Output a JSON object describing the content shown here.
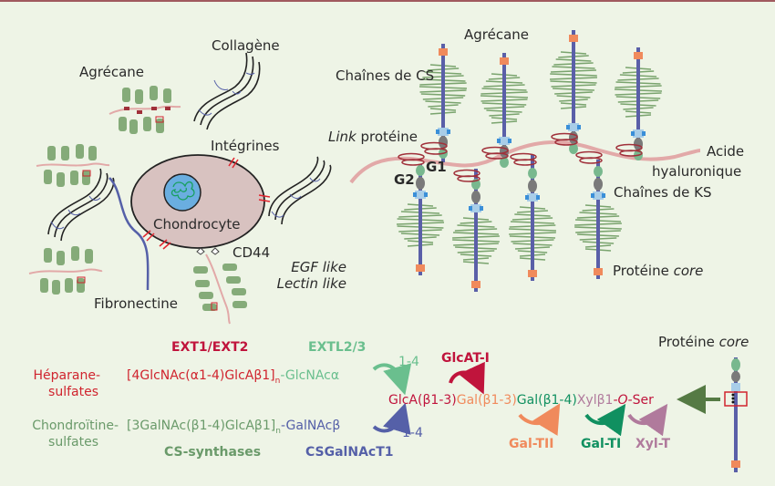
{
  "colors": {
    "background": "#eef4e6",
    "top_border": "#a05a5e",
    "hyaluronic": "#e2a9a8",
    "core_protein": "#5a5fa8",
    "cs_chain": "#7aa46e",
    "link_protein": "#a0303a",
    "g1_domain": "#78b88e",
    "g2_domain": "#7a7a7a",
    "ks_domain": "#3a8fd8",
    "c_term": "#f08a5c",
    "heparane": "#d0242e",
    "chondroitine": "#6a9a6a",
    "extl": "#6abf8e",
    "csgalnact": "#5560a8",
    "glcat": "#c0143c",
    "gal_tii": "#f08a5c",
    "gal_ti": "#109060",
    "xyl_t": "#b07a9c",
    "ser_arrow": "#557a44",
    "cell": "#d8c2c0",
    "nucleus": "#6aaee0"
  },
  "left_panel": {
    "labels": {
      "collagene": "Collagène",
      "agrecane": "Agrécane",
      "integrines": "Intégrines",
      "chondrocyte": "Chondrocyte",
      "cd44": "CD44",
      "fibronectine": "Fibronectine"
    }
  },
  "right_panel": {
    "labels": {
      "agrecane": "Agrécane",
      "chaines_cs": "Chaînes de CS",
      "link_italic": "Link",
      "link_rest": " protéine",
      "g1": "G1",
      "g2": "G2",
      "acide": "Acide",
      "hyaluronique": "hyaluronique",
      "chaines_ks": "Chaînes de KS",
      "egf": "EGF like",
      "lectin": "Lectin like",
      "proteine": "Protéine ",
      "core": "core"
    }
  },
  "biosynthesis": {
    "ext1_ext2": "EXT1/EXT2",
    "extl2_3": "EXTL2/3",
    "glcat_i": "GlcAT-I",
    "heparane_1": "Héparane-",
    "heparane_2": "sulfates",
    "chondroitine_1": "Chondroïtine-",
    "chondroitine_2": "sulfates",
    "hs_repeat": "[4GlcNAc(α1-4)GlcAβ1]",
    "hs_sub": "n",
    "hs_tail": "-GlcNAcα",
    "cs_repeat": "[3GalNAc(β1-4)GlcAβ1]",
    "cs_sub": "n",
    "cs_tail": "-GalNAcβ",
    "link_14_top": "1-4",
    "link_14_bottom": "1-4",
    "cs_synthases": "CS-synthases",
    "csgalnact1": "CSGalNAcT1",
    "linker_glca": "GlcA(β1-3)",
    "linker_gal2": "Gal(β1-3)",
    "linker_gal1": "Gal(β1-4)",
    "linker_xyl": "Xylβ1",
    "linker_o": "-O-",
    "linker_ser": "Ser",
    "gal_tii": "Gal-TII",
    "gal_ti": "Gal-TI",
    "xyl_t": "Xyl-T",
    "proteine": "Protéine ",
    "core": "core"
  }
}
